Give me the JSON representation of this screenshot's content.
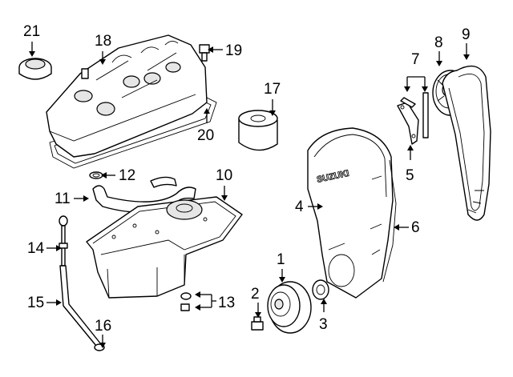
{
  "diagram": {
    "labels": {
      "p1": "1",
      "p2": "2",
      "p3": "3",
      "p4": "4",
      "p5": "5",
      "p6": "6",
      "p7": "7",
      "p8": "8",
      "p9": "9",
      "p10": "10",
      "p11": "11",
      "p12": "12",
      "p13": "13",
      "p14": "14",
      "p15": "15",
      "p16": "16",
      "p17": "17",
      "p18": "18",
      "p19": "19",
      "p20": "20",
      "p21": "21"
    },
    "cover_embossing": "SUZUKI"
  }
}
